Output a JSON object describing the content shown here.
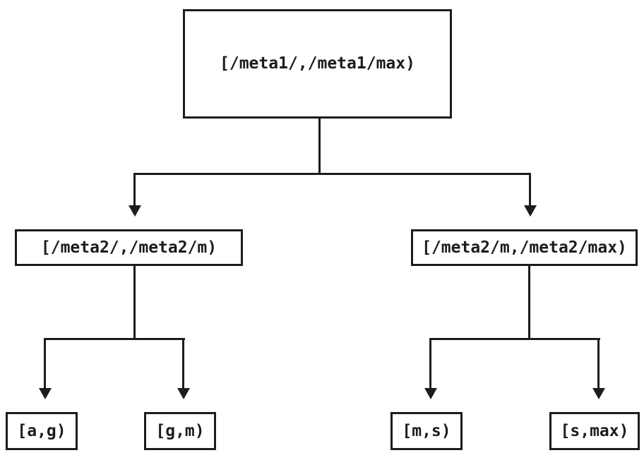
{
  "colors": {
    "background": "#ffffff",
    "line": "#1c1c1c",
    "text": "#1c1c1c"
  },
  "tree": {
    "root": {
      "label": "[/meta1/,/meta1/max)",
      "children": [
        {
          "label": "[/meta2/,/meta2/m)",
          "children": [
            {
              "label": "[a,g)"
            },
            {
              "label": "[g,m)"
            }
          ]
        },
        {
          "label": "[/meta2/m,/meta2/max)",
          "children": [
            {
              "label": "[m,s)"
            },
            {
              "label": "[s,max)"
            }
          ]
        }
      ]
    }
  }
}
